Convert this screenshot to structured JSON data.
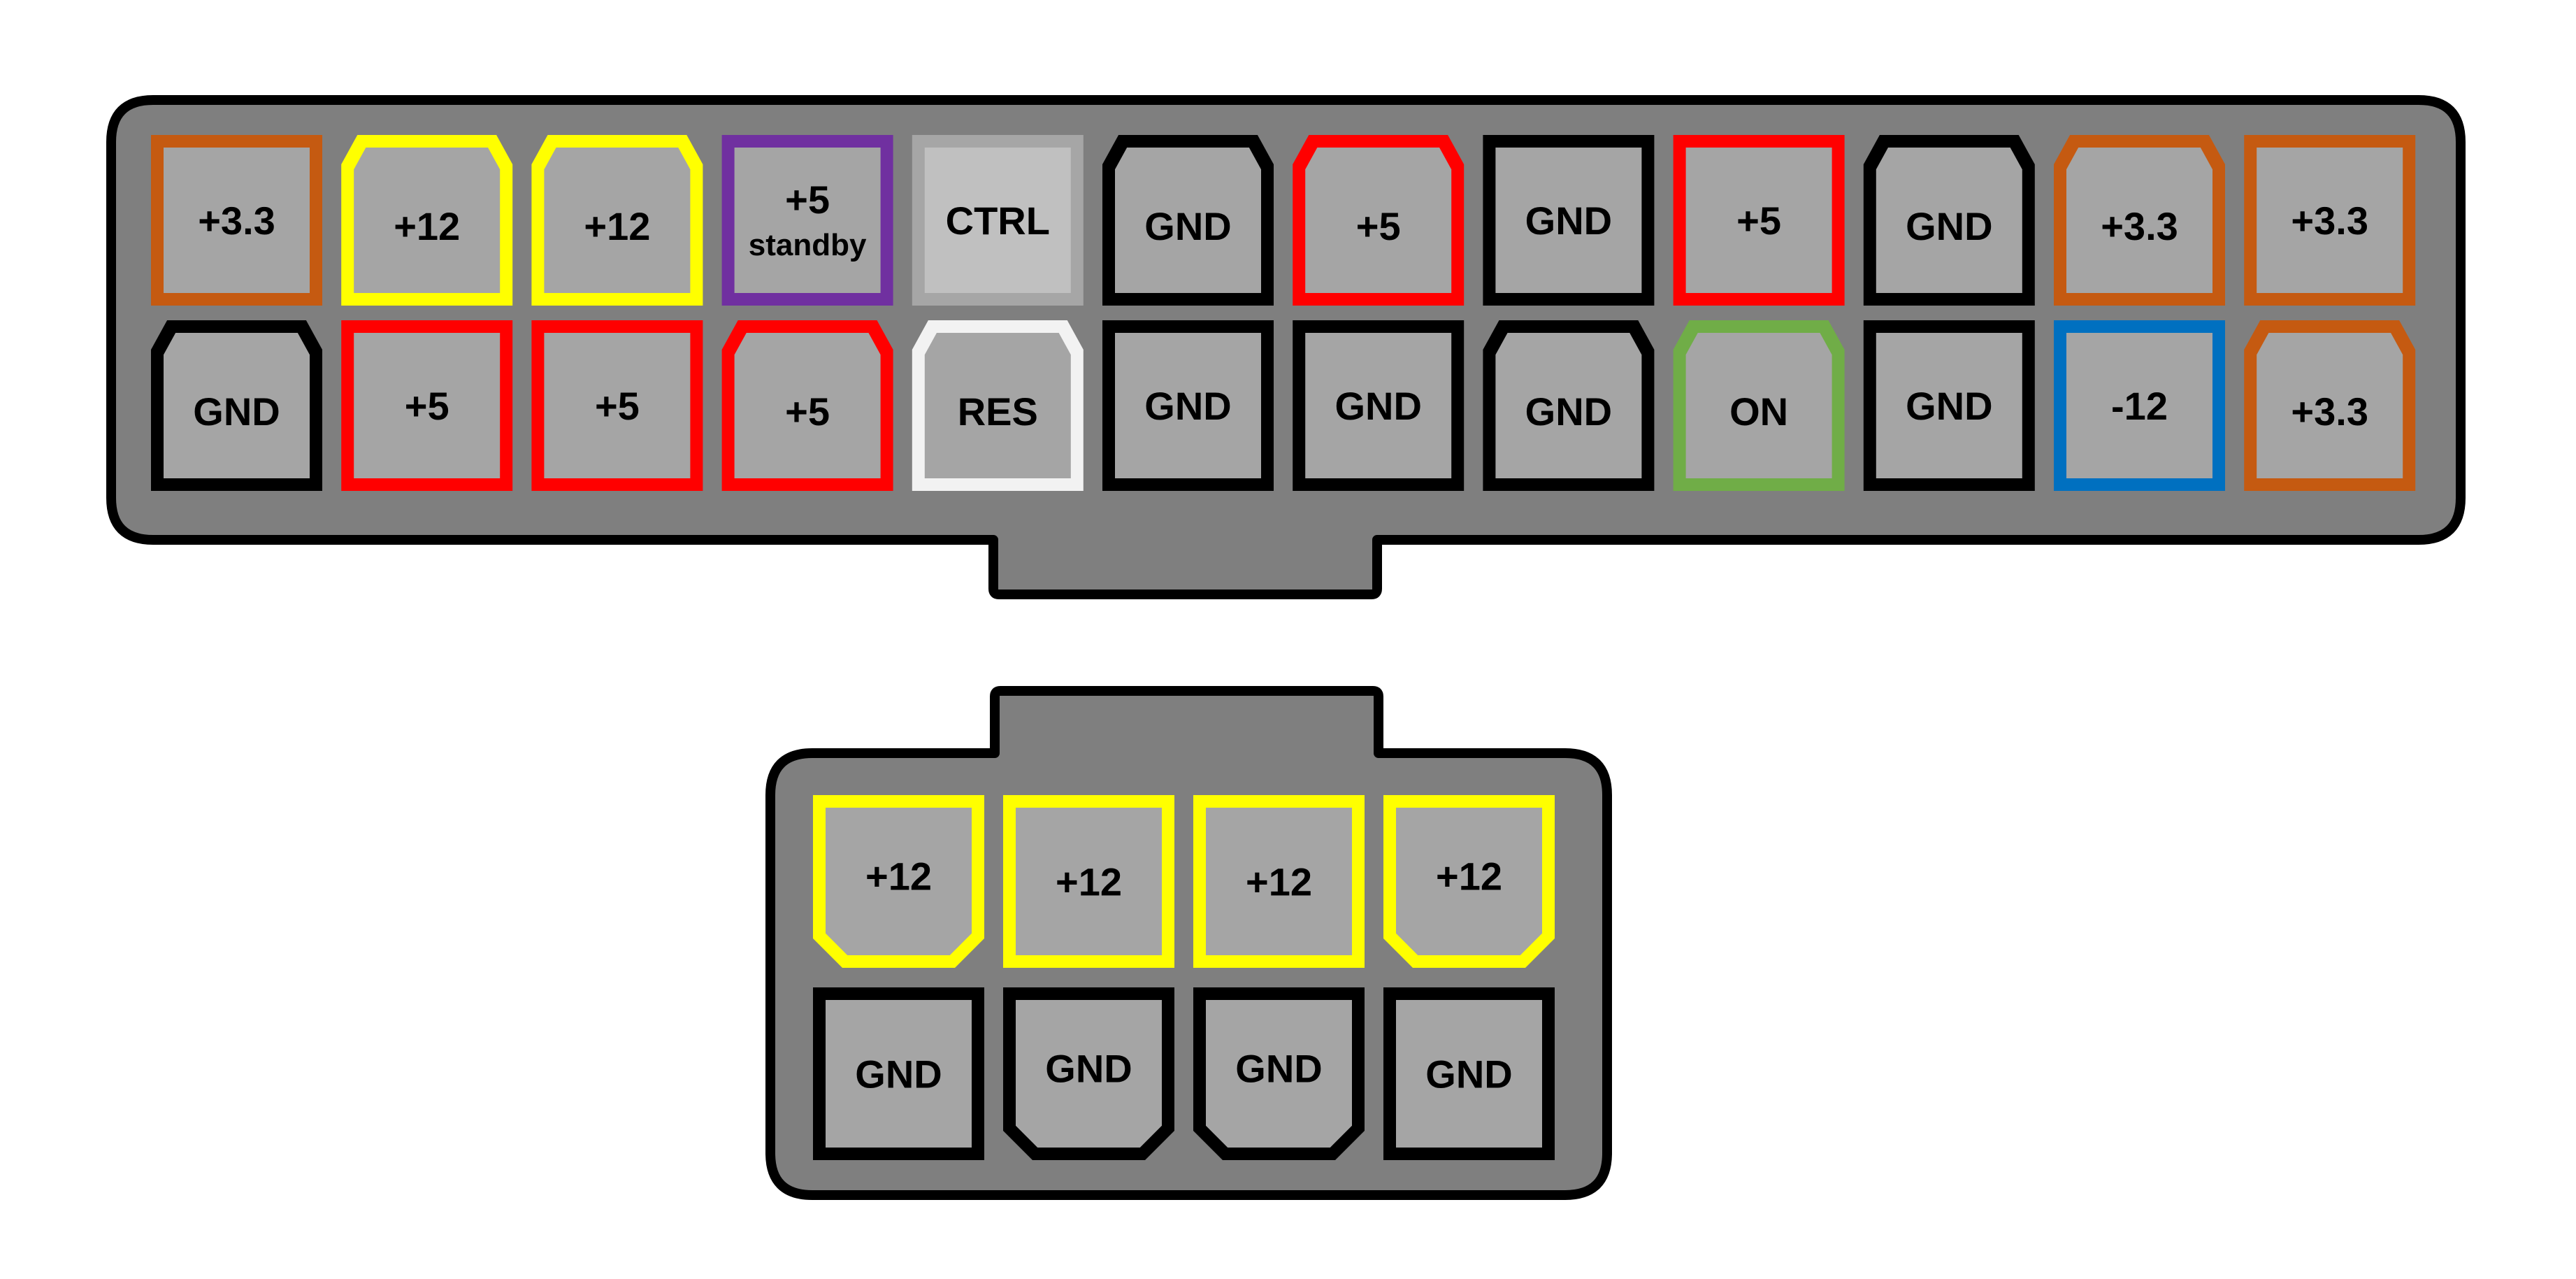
{
  "colors": {
    "background": "#ffffff",
    "housing": "#7f7f7f",
    "housing_outline": "#000000",
    "pin_fill": "#a5a5a5",
    "ctrl_fill": "#c0c0c0",
    "label_text": "#000000",
    "wire": {
      "orange": "#c55a11",
      "yellow": "#ffff00",
      "purple": "#7030a0",
      "gray": "#a6a6a6",
      "black": "#000000",
      "red": "#ff0000",
      "white": "#f2f2f2",
      "green": "#70ad47",
      "blue": "#0070c0"
    }
  },
  "connectors": [
    {
      "name": "main-24-pin-connector",
      "latch": "bottom",
      "columns": 12,
      "rows": [
        [
          {
            "label": "+3.3",
            "wire": "orange",
            "shape": "square"
          },
          {
            "label": "+12",
            "wire": "yellow",
            "shape": "chamfer-top"
          },
          {
            "label": "+12",
            "wire": "yellow",
            "shape": "chamfer-top"
          },
          {
            "label": "+5",
            "sublabel": "standby",
            "wire": "purple",
            "shape": "square"
          },
          {
            "label": "CTRL",
            "wire": "gray",
            "shape": "square",
            "fill": "ctrl"
          },
          {
            "label": "GND",
            "wire": "black",
            "shape": "chamfer-top"
          },
          {
            "label": "+5",
            "wire": "red",
            "shape": "chamfer-top"
          },
          {
            "label": "GND",
            "wire": "black",
            "shape": "square"
          },
          {
            "label": "+5",
            "wire": "red",
            "shape": "square"
          },
          {
            "label": "GND",
            "wire": "black",
            "shape": "chamfer-top"
          },
          {
            "label": "+3.3",
            "wire": "orange",
            "shape": "chamfer-top"
          },
          {
            "label": "+3.3",
            "wire": "orange",
            "shape": "square"
          }
        ],
        [
          {
            "label": "GND",
            "wire": "black",
            "shape": "chamfer-top"
          },
          {
            "label": "+5",
            "wire": "red",
            "shape": "square"
          },
          {
            "label": "+5",
            "wire": "red",
            "shape": "square"
          },
          {
            "label": "+5",
            "wire": "red",
            "shape": "chamfer-top"
          },
          {
            "label": "RES",
            "wire": "white",
            "shape": "chamfer-top"
          },
          {
            "label": "GND",
            "wire": "black",
            "shape": "square"
          },
          {
            "label": "GND",
            "wire": "black",
            "shape": "square"
          },
          {
            "label": "GND",
            "wire": "black",
            "shape": "chamfer-top"
          },
          {
            "label": "ON",
            "wire": "green",
            "shape": "chamfer-top"
          },
          {
            "label": "GND",
            "wire": "black",
            "shape": "square"
          },
          {
            "label": "-12",
            "wire": "blue",
            "shape": "square"
          },
          {
            "label": "+3.3",
            "wire": "orange",
            "shape": "chamfer-top"
          }
        ]
      ]
    },
    {
      "name": "eps-8-pin-connector",
      "latch": "top",
      "columns": 4,
      "rows": [
        [
          {
            "label": "+12",
            "wire": "yellow",
            "shape": "chamfer-bottom"
          },
          {
            "label": "+12",
            "wire": "yellow",
            "shape": "square"
          },
          {
            "label": "+12",
            "wire": "yellow",
            "shape": "square"
          },
          {
            "label": "+12",
            "wire": "yellow",
            "shape": "chamfer-bottom"
          }
        ],
        [
          {
            "label": "GND",
            "wire": "black",
            "shape": "square"
          },
          {
            "label": "GND",
            "wire": "black",
            "shape": "chamfer-bottom"
          },
          {
            "label": "GND",
            "wire": "black",
            "shape": "chamfer-bottom"
          },
          {
            "label": "GND",
            "wire": "black",
            "shape": "square"
          }
        ]
      ]
    }
  ]
}
